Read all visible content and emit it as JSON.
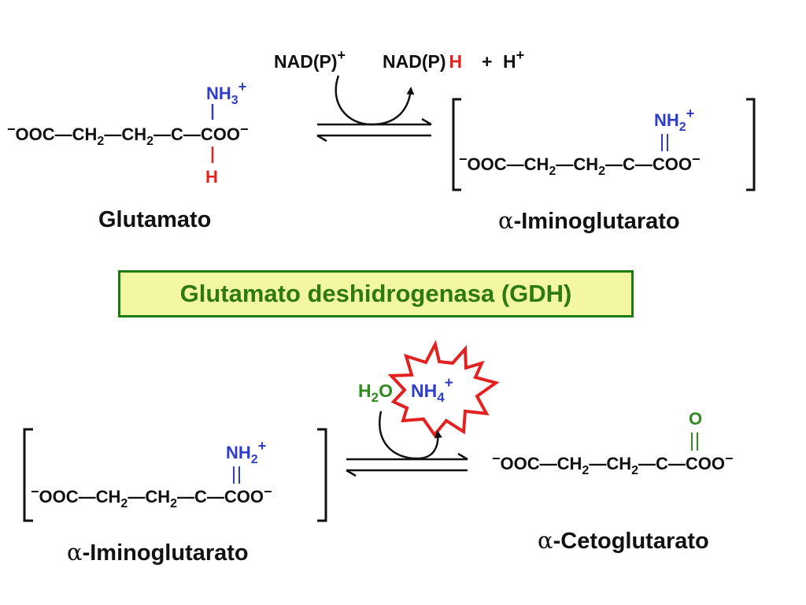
{
  "reaction1": {
    "cofactor_in": "NAD(P)",
    "cofactor_in_charge": "+",
    "cofactor_out": "NAD(P)",
    "cofactor_out_h": "H",
    "plus": "+",
    "proton": "H",
    "proton_charge": "+",
    "substrate": {
      "name": "Glutamato",
      "left_charge": "−",
      "chain": "OOC—CH",
      "sub2a": "2",
      "mid": "—CH",
      "sub2b": "2",
      "dash_c": "—C—COO",
      "right_charge": "−",
      "amino": "NH",
      "amino_sub": "3",
      "amino_charge": "+",
      "h": "H"
    },
    "product": {
      "name_alpha": "α",
      "name": "-Iminoglutarato",
      "left_charge": "−",
      "chain": "OOC—CH",
      "sub2a": "2",
      "mid": "—CH",
      "sub2b": "2",
      "dash_c": "—C—COO",
      "right_charge": "−",
      "imino": "NH",
      "imino_sub": "2",
      "imino_charge": "+"
    }
  },
  "enzyme": "Glutamato deshidrogenasa (GDH)",
  "reaction2": {
    "water": "H",
    "water_sub": "2",
    "water_o": "O",
    "ammonium": "NH",
    "ammonium_sub": "4",
    "ammonium_charge": "+",
    "substrate": {
      "name_alpha": "α",
      "name": "-Iminoglutarato",
      "left_charge": "−",
      "chain": "OOC—CH",
      "sub2a": "2",
      "mid": "—CH",
      "sub2b": "2",
      "dash_c": "—C—COO",
      "right_charge": "−",
      "imino": "NH",
      "imino_sub": "2",
      "imino_charge": "+"
    },
    "product": {
      "name_alpha": "α",
      "name": "-Cetoglutarato",
      "left_charge": "−",
      "chain": "OOC—CH",
      "sub2a": "2",
      "mid": "—CH",
      "sub2b": "2",
      "dash_c": "—C—COO",
      "right_charge": "−",
      "oxo": "O"
    }
  },
  "colors": {
    "black": "#111111",
    "blue": "#2f3ec8",
    "red": "#e32121",
    "green": "#2f8a1f",
    "box_fill": "#f4f7a1",
    "box_border": "#1e7a12"
  }
}
